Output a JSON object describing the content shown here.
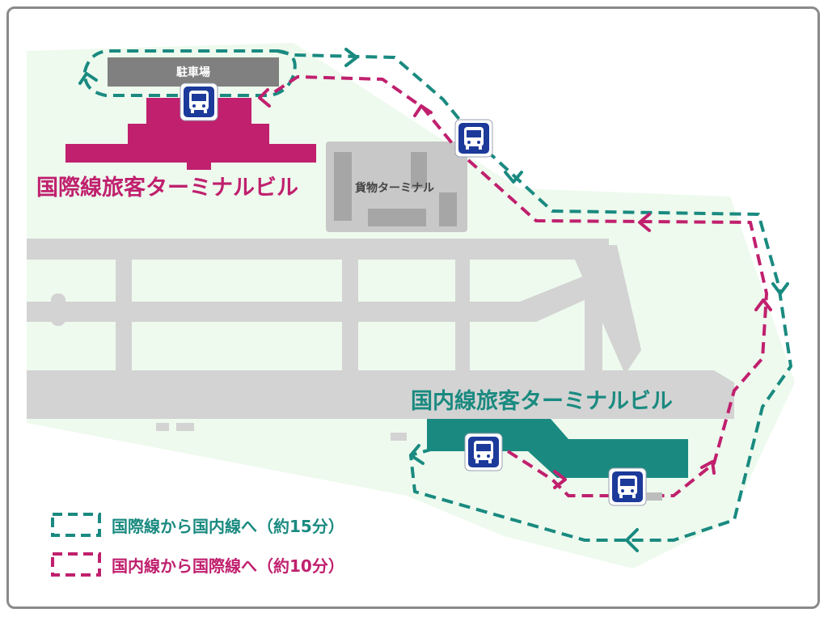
{
  "labels": {
    "parking": "駐車場",
    "intl_terminal": "国際線旅客ターミナルビル",
    "cargo_terminal": "貨物ターミナル",
    "domestic_terminal": "国内線旅客ターミナルビル"
  },
  "legend": [
    {
      "text": "国際線から国内線へ（約15分）",
      "color": "#1a8a80"
    },
    {
      "text": "国内線から国際線へ（約10分）",
      "color": "#c0206e"
    }
  ],
  "colors": {
    "teal": "#1a8a80",
    "magenta": "#c0206e",
    "ground": "#eefaee",
    "runway": "#d3d3d3",
    "building_gray": "#bdbdbd",
    "bus_blue": "#1c3a9a",
    "parking_gray": "#808080"
  },
  "icons": [
    "bus-stop-icon"
  ]
}
